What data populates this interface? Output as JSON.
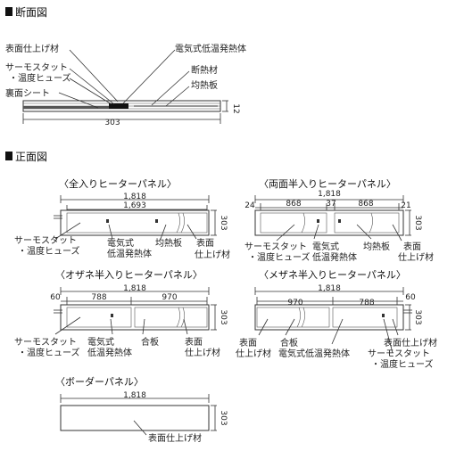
{
  "sections": {
    "cross_section": "断面図",
    "front_view": "正面図"
  },
  "cross_section": {
    "labels": {
      "surface_finish": "表面仕上げ材",
      "thermostat_line1": "サーモスタット",
      "thermostat_line2": "・温度ヒューズ",
      "back_sheet": "裏面シート",
      "heater": "電気式低温発熱体",
      "insulation": "断熱材",
      "heat_spreader": "均熱板"
    },
    "width": "303",
    "thickness": "12"
  },
  "panels": {
    "full": {
      "title": "〈全入りヒーターパネル〉",
      "total": "1,818",
      "inner": "1,693",
      "height": "303",
      "labels": {
        "thermo1": "サーモスタット",
        "thermo2": "・温度ヒューズ",
        "heater1": "電気式",
        "heater2": "低温発熱体",
        "spreader": "均熱板",
        "surface1": "表面",
        "surface2": "仕上げ材"
      }
    },
    "both_half": {
      "title": "〈両面半入りヒーターパネル〉",
      "total": "1,818",
      "left_margin": "24",
      "seg1": "868",
      "mid": "37",
      "seg2": "868",
      "right_margin": "21",
      "height": "303",
      "labels": {
        "thermo1": "サーモスタット",
        "thermo2": "・温度ヒューズ",
        "heater1": "電気式",
        "heater2": "低温発熱体",
        "spreader": "均熱板",
        "surface1": "表面",
        "surface2": "仕上げ材"
      }
    },
    "ozane": {
      "title": "〈オザネ半入りヒーターパネル〉",
      "total": "1,818",
      "offset": "60",
      "seg_heater": "788",
      "seg_plain": "970",
      "height": "303",
      "labels": {
        "thermo1": "サーモスタット",
        "thermo2": "・温度ヒューズ",
        "heater1": "電気式",
        "heater2": "低温発熱体",
        "plywood": "合板",
        "surface1": "表面",
        "surface2": "仕上げ材"
      }
    },
    "mezane": {
      "title": "〈メザネ半入りヒーターパネル〉",
      "total": "1,818",
      "offset": "60",
      "seg_plain": "970",
      "seg_heater": "788",
      "height": "303",
      "labels": {
        "surface1": "表面",
        "surface2": "仕上げ材",
        "plywood": "合板",
        "heater": "電気式低温発熱体",
        "surface_right": "表面仕上げ材",
        "thermo1": "サーモスタット",
        "thermo2": "・温度ヒューズ"
      }
    },
    "border": {
      "title": "〈ボーダーパネル〉",
      "total": "1,818",
      "height": "303",
      "labels": {
        "surface": "表面仕上げ材"
      }
    }
  }
}
